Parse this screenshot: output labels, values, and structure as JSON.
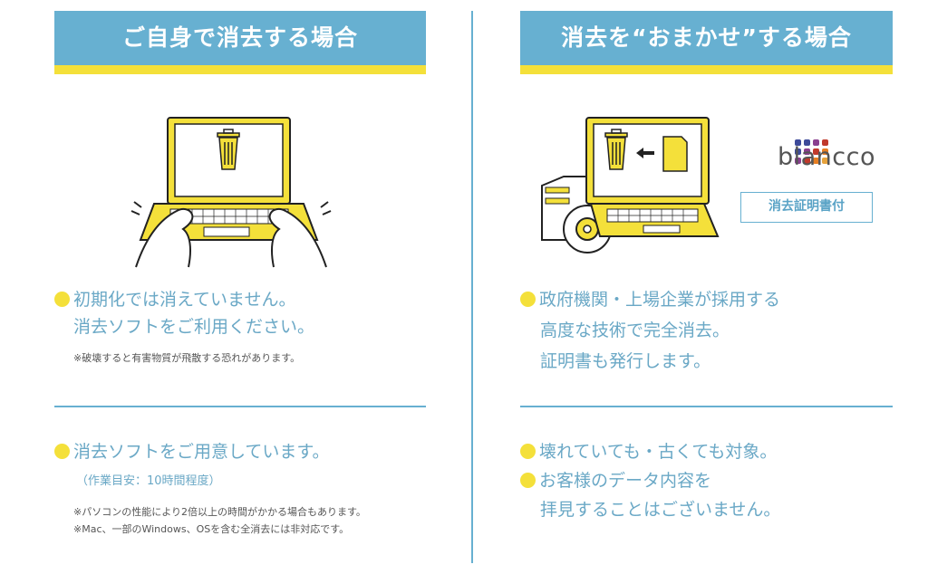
{
  "left": {
    "title": "ご自身で消去する場合",
    "points": [
      "初期化では消えていません。",
      "消去ソフトをご利用ください。"
    ],
    "note": "※破壊すると有害物質が飛散する恐れがあります。",
    "points2": "消去ソフトをご用意しています。",
    "sub": "（作業目安：10時間程度）",
    "notes2": [
      "※パソコンの性能により2倍以上の時間がかかる場合もあります。",
      "※Mac、一部のWindows、OSを含む全消去には非対応です。"
    ]
  },
  "right": {
    "title": "消去を“おまかせ”する場合",
    "brand": "blancco",
    "badge": "消去証明書付",
    "points": [
      "政府機関・上場企業が採用する",
      "高度な技術で完全消去。",
      "証明書も発行します。"
    ],
    "points2": [
      "壊れていても・古くても対象。",
      "お客様のデータ内容を",
      "拝見することはございません。"
    ]
  },
  "colors": {
    "accent_blue": "#67b0d1",
    "accent_yellow": "#f4e03a",
    "text_blue": "#6aa8c6"
  },
  "icons": [
    "laptop-trash-icon",
    "laptop-file-to-trash-icon",
    "blancco-logo",
    "trash-icon",
    "arrow-left-icon",
    "document-icon",
    "disc-icon",
    "hands-icon"
  ]
}
